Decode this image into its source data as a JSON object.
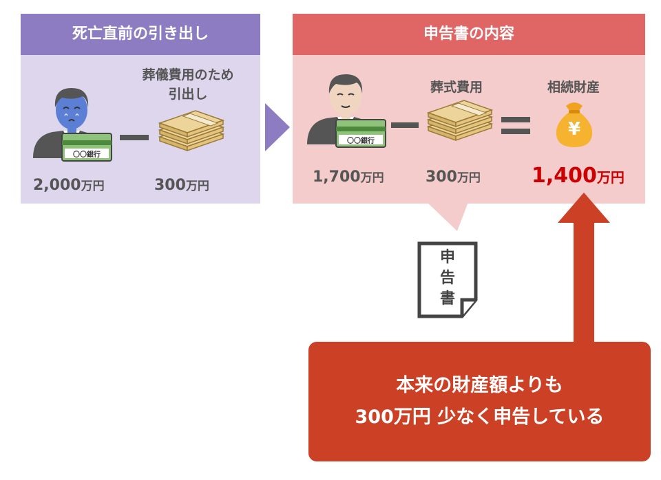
{
  "left_panel": {
    "title": "死亡直前の引き出し",
    "withdraw_label_line1": "葬儀費用のため",
    "withdraw_label_line2": "引出し",
    "bank_label": "〇〇銀行",
    "amount_before_num": "2,000",
    "amount_before_unit": "万円",
    "amount_withdrawn_num": "300",
    "amount_withdrawn_unit": "万円"
  },
  "right_panel": {
    "title": "申告書の内容",
    "funeral_label": "葬式費用",
    "estate_label": "相続財産",
    "bank_label": "〇〇銀行",
    "amount_balance_num": "1,700",
    "amount_balance_unit": "万円",
    "amount_funeral_num": "300",
    "amount_funeral_unit": "万円",
    "amount_estate_num": "1,400",
    "amount_estate_unit": "万円",
    "yen_symbol": "¥"
  },
  "document": {
    "chars": [
      "申",
      "告",
      "書"
    ]
  },
  "callout": {
    "line1": "本来の財産額よりも",
    "line2": "300万円 少なく申告している"
  },
  "colors": {
    "purple_head": "#8e7cc3",
    "purple_body": "#ddd6ec",
    "red_head": "#e06666",
    "red_body": "#f4cccc",
    "callout": "#cc4125",
    "emphasis_red": "#cc0000"
  }
}
